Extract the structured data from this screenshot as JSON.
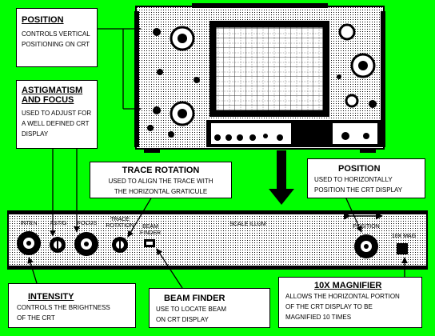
{
  "callouts": {
    "position_vertical": {
      "title": "POSITION",
      "desc_1": "CONTROLS VERTICAL",
      "desc_2": "POSITIONING ON CRT"
    },
    "astig_focus": {
      "title_1": "ASTIGMATISM",
      "title_2": "AND  FOCUS",
      "desc_1": "USED TO ADJUST FOR",
      "desc_2": "A WELL DEFINED CRT",
      "desc_3": "DISPLAY"
    },
    "trace_rotation": {
      "title": "TRACE ROTATION",
      "desc_1": "USED TO ALIGN THE TRACE WITH",
      "desc_2": "THE HORIZONTAL GRATICULE"
    },
    "position_horizontal": {
      "title": "POSITION",
      "desc_1": "USED TO HORIZONTALLY",
      "desc_2": "POSITION THE CRT DISPLAY"
    },
    "intensity": {
      "title": "INTENSITY",
      "desc_1": "CONTROLS THE BRIGHTNESS",
      "desc_2": "OF THE CRT"
    },
    "beam_finder": {
      "title": "BEAM  FINDER",
      "desc_1": "USE TO LOCATE BEAM",
      "desc_2": "ON CRT DISPLAY"
    },
    "magnifier": {
      "title": "10X MAGNIFIER",
      "desc_1": "ALLOWS THE HORIZONTAL PORTION",
      "desc_2": "OF THE CRT DISPLAY TO BE",
      "desc_3": "MAGNIFIED 10 TIMES"
    }
  },
  "panel_labels": {
    "inten": "INTEN",
    "astig": "ASTIG",
    "focus": "FOCUS",
    "trace_rotation_1": "TRACE",
    "trace_rotation_2": "ROTATION",
    "beam_finder_1": "BEAM",
    "beam_finder_2": "FINDER",
    "scale_illum": "SCALE ILLUM",
    "position": "POSITION",
    "mag": "10X MAG"
  },
  "colors": {
    "background": "#00ff00",
    "box": "#ffffff",
    "ink": "#000000"
  }
}
